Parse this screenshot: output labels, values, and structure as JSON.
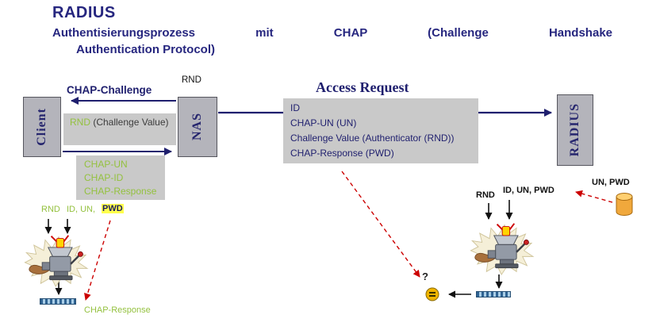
{
  "slide": {
    "title": "RADIUS",
    "subtitle_line1": "Authentisierungsprozess mit CHAP (Challenge Handshake",
    "subtitle_line2": "Authentication Protocol)"
  },
  "nodes": {
    "client_label": "Client",
    "nas_label": "NAS",
    "radius_label": "RADIUS"
  },
  "messages": {
    "chap_challenge_label": "CHAP-Challenge",
    "rnd_above_nas": "RND",
    "access_request_title": "Access Request",
    "challenge_box_rnd": "RND",
    "challenge_box_rest": "(Challenge Value)",
    "chap_box_lines": [
      "CHAP-UN",
      "CHAP-ID",
      "CHAP-Response"
    ],
    "request_box_lines": [
      "ID",
      "CHAP-UN (UN)",
      "Challenge Value (Authenticator (RND))",
      "CHAP-Response (PWD)"
    ]
  },
  "left_hash": {
    "input_rnd": "RND",
    "input_id_un": "ID, UN,",
    "input_pwd": "PWD",
    "output_label": "CHAP-Response"
  },
  "right_hash": {
    "input_rnd": "RND",
    "input_id_un_pwd": "ID, UN, PWD",
    "db_label": "UN, PWD",
    "question_mark": "?"
  },
  "colors": {
    "heading_navy": "#26267f",
    "diagram_navy": "#1f1f6e",
    "green_text": "#94c13f",
    "box_gray": "#c9c9c9",
    "node_gray": "#b4b4bb",
    "highlight_yellow": "#ffff4d",
    "dashed_red": "#cc0000",
    "db_orange": "#f0a83c"
  }
}
